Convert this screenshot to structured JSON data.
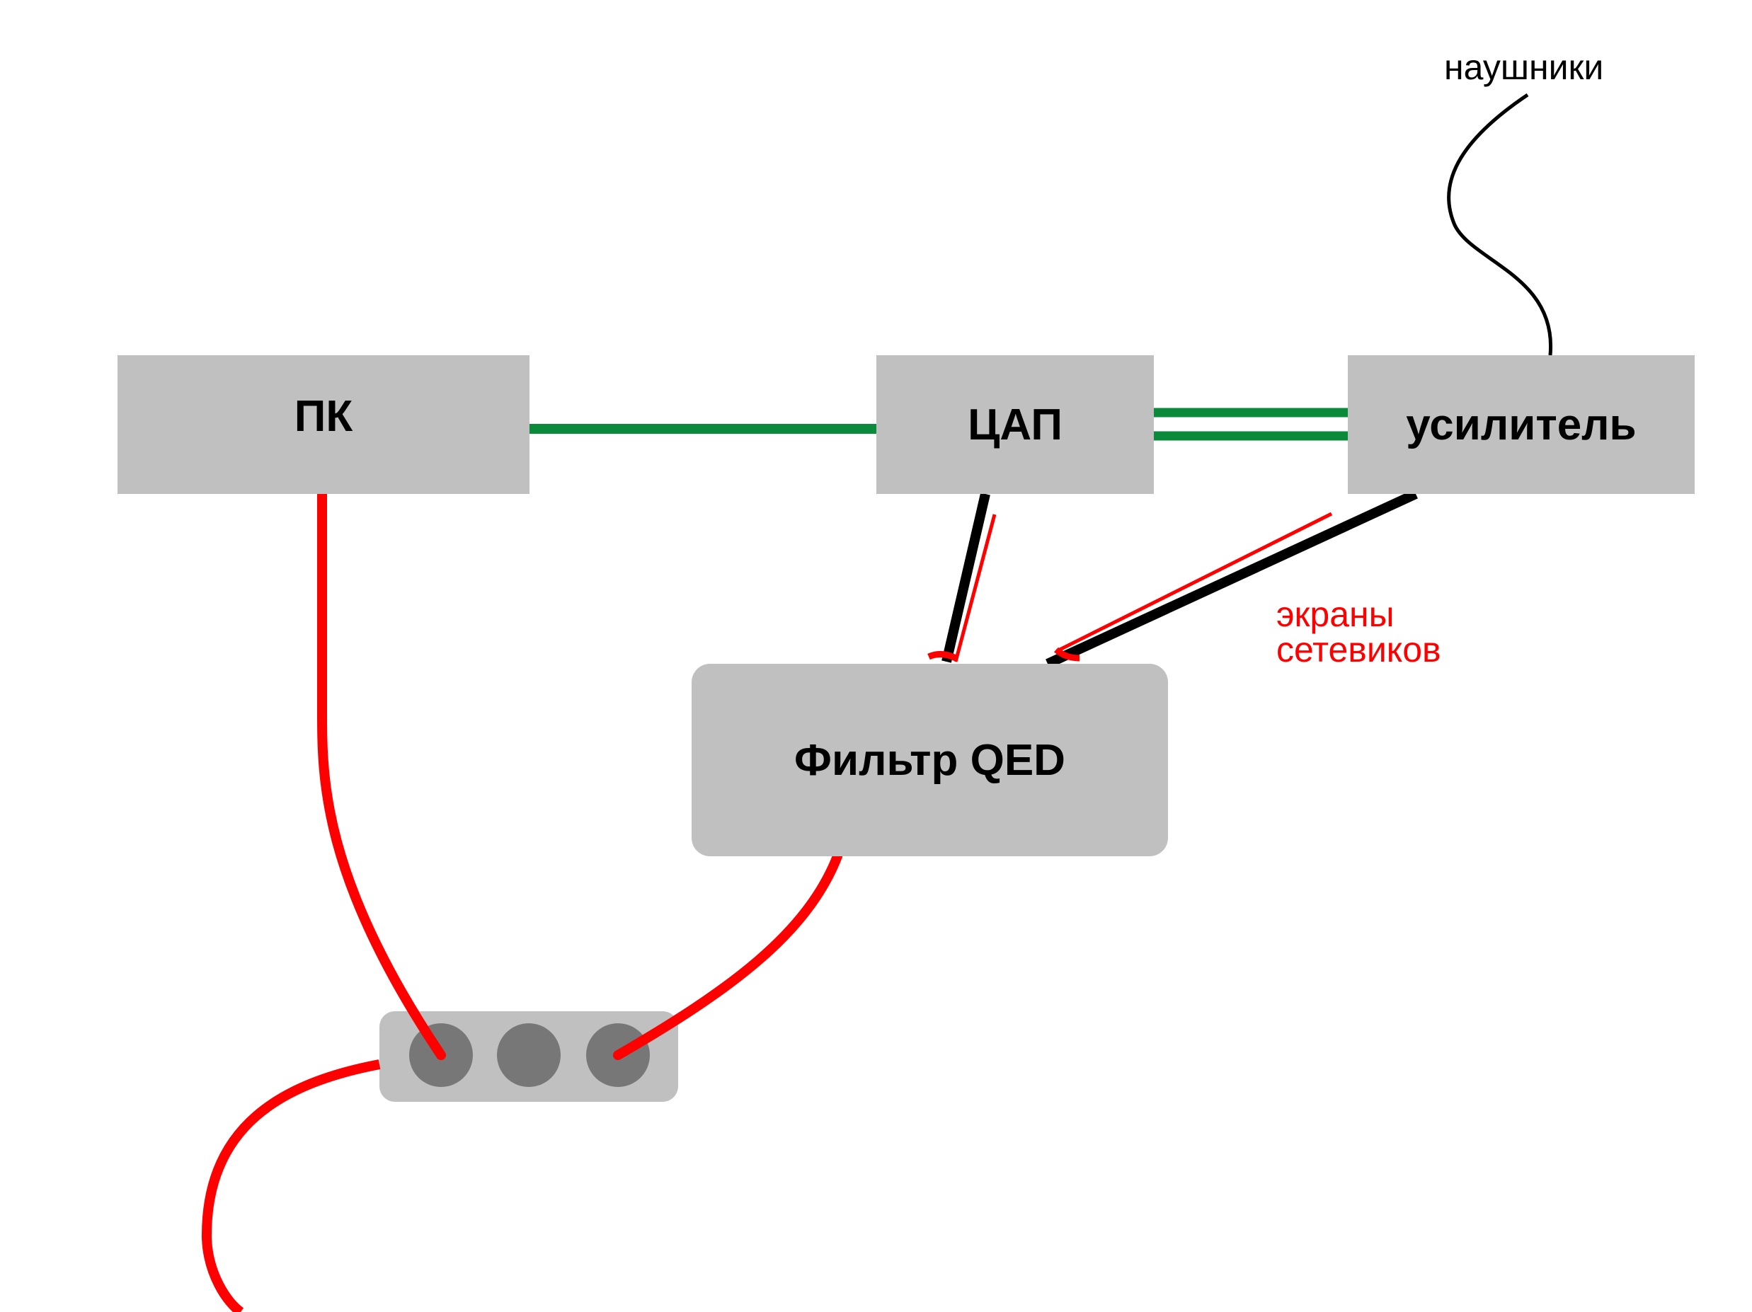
{
  "boxes": {
    "pc": "ПК",
    "dac": "ЦАП",
    "amplifier": "усилитель",
    "filter": "Фильтр QED"
  },
  "labels": {
    "headphones": "наушники",
    "shields_line1": "экраны",
    "shields_line2": "сетевиков"
  },
  "colors": {
    "box_fill": "#c0c0c0",
    "power_strip_fill": "#c0c0c0",
    "socket_fill": "#777777",
    "digital_cable": "#0a8a3a",
    "power_cable": "#ff0000",
    "signal_cable": "#000000",
    "shield_label": "#ff0000"
  },
  "power_strip": {
    "sockets": 3
  }
}
